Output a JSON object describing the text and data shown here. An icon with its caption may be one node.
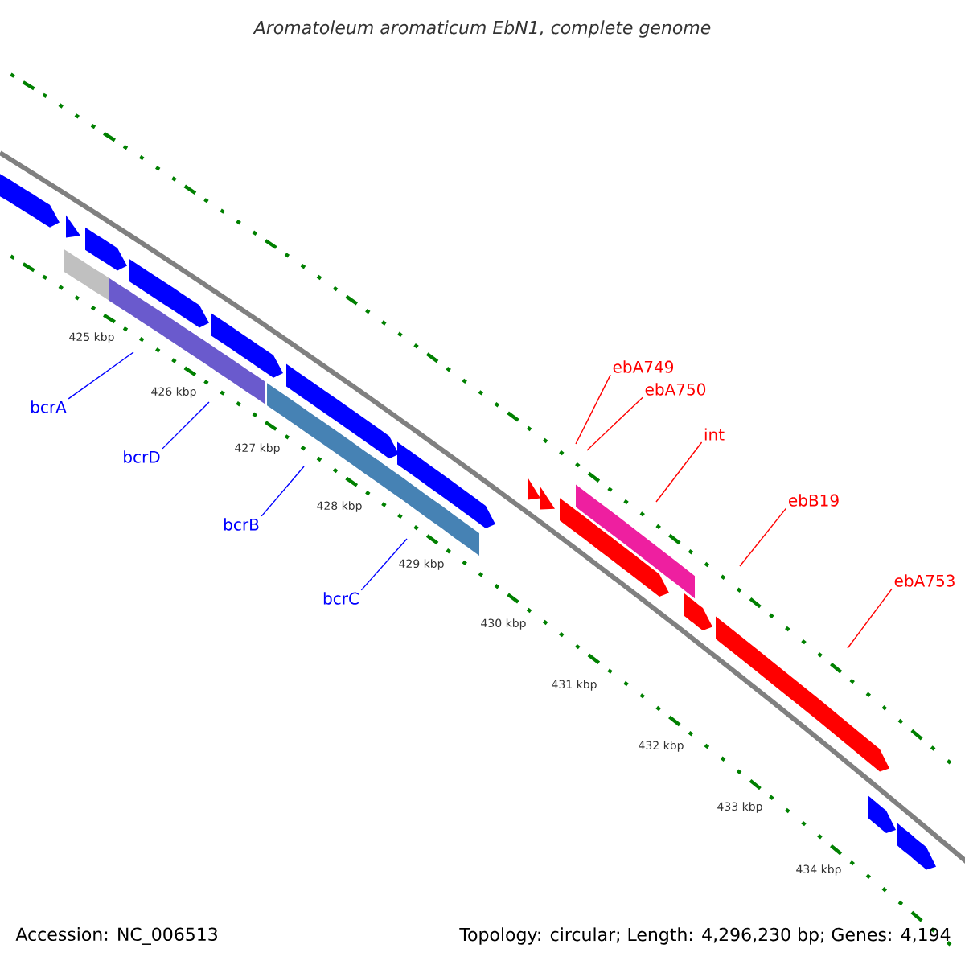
{
  "diagram": {
    "title": "Aromatoleum aromaticum EbN1, complete genome",
    "nodes": [
      {
        "text": [
          "bcrA"
        ]
      },
      {
        "text": [
          "bcrD"
        ]
      },
      {
        "text": [
          "bcrB"
        ]
      },
      {
        "text": [
          "bcrC"
        ]
      },
      {
        "text": [
          "ebA749"
        ]
      },
      {
        "text": [
          "ebA750"
        ]
      },
      {
        "text": [
          "int"
        ]
      },
      {
        "text": [
          "ebB19"
        ]
      },
      {
        "text": [
          "ebA753"
        ]
      }
    ],
    "edges": [
      {
        "from": 0,
        "to": null,
        "arrow": "none",
        "color": "#0000ff"
      },
      {
        "from": 1,
        "to": null,
        "arrow": "none",
        "color": "#0000ff"
      },
      {
        "from": 2,
        "to": null,
        "arrow": "none",
        "color": "#0000ff"
      },
      {
        "from": 3,
        "to": null,
        "arrow": "none",
        "color": "#0000ff"
      },
      {
        "from": 4,
        "to": null,
        "arrow": "none",
        "color": "#ff0000"
      },
      {
        "from": 5,
        "to": null,
        "arrow": "none",
        "color": "#ff0000"
      },
      {
        "from": 6,
        "to": null,
        "arrow": "none",
        "color": "#ff0000"
      },
      {
        "from": 7,
        "to": null,
        "arrow": "none",
        "color": "#ff0000"
      },
      {
        "from": 8,
        "to": null,
        "arrow": "none",
        "color": "#ff0000"
      }
    ],
    "labels": [
      "425 kbp",
      "426 kbp",
      "427 kbp",
      "428 kbp",
      "429 kbp",
      "430 kbp",
      "431 kbp",
      "432 kbp",
      "433 kbp",
      "434 kbp",
      "Accession: NC_006513",
      "Topology: circular; Length: 4,296,230 bp; Genes: 4,194"
    ]
  }
}
